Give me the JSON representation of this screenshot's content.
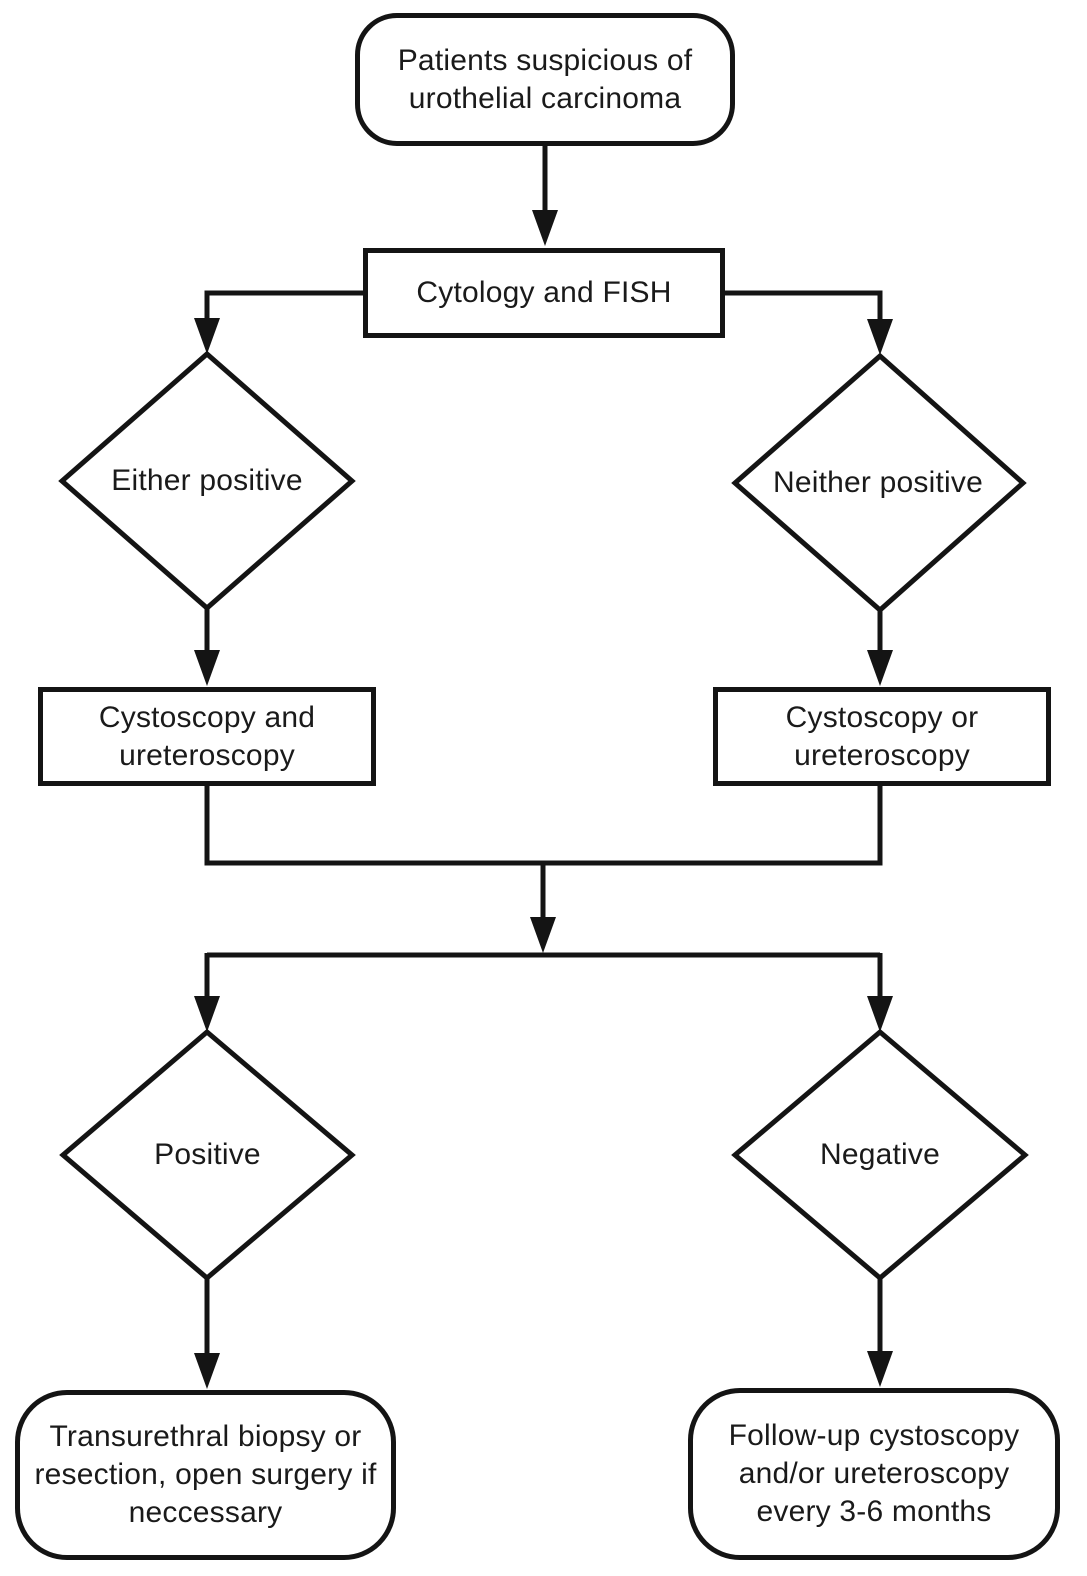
{
  "diagram": {
    "type": "flowchart",
    "background_color": "#ffffff",
    "line_color": "#141414",
    "text_color": "#1a1a1a",
    "nodes": {
      "start": {
        "shape": "rounded-rectangle",
        "label": "Patients suspicious of urothelial carcinoma"
      },
      "cytology_fish": {
        "shape": "rectangle",
        "label": "Cytology and FISH"
      },
      "either_positive": {
        "shape": "diamond",
        "label": "Either positive"
      },
      "neither_positive": {
        "shape": "diamond",
        "label": "Neither positive"
      },
      "cysto_and_uretero": {
        "shape": "rectangle",
        "label": "Cystoscopy and ureteroscopy"
      },
      "cysto_or_uretero": {
        "shape": "rectangle",
        "label": "Cystoscopy or ureteroscopy"
      },
      "positive": {
        "shape": "diamond",
        "label": "Positive"
      },
      "negative": {
        "shape": "diamond",
        "label": "Negative"
      },
      "biopsy": {
        "shape": "rounded-rectangle",
        "label": "Transurethral biopsy or resection, open surgery if neccessary"
      },
      "followup": {
        "shape": "rounded-rectangle",
        "label": "Follow-up cystoscopy and/or ureteroscopy every 3-6 months"
      }
    },
    "edges": [
      "start -> cytology_fish",
      "cytology_fish -> either_positive",
      "cytology_fish -> neither_positive",
      "either_positive -> cysto_and_uretero",
      "neither_positive -> cysto_or_uretero",
      "cysto_and_uretero -> merge-junction",
      "cysto_or_uretero -> merge-junction",
      "merge-junction -> positive",
      "merge-junction -> negative",
      "positive -> biopsy",
      "negative -> followup"
    ]
  }
}
